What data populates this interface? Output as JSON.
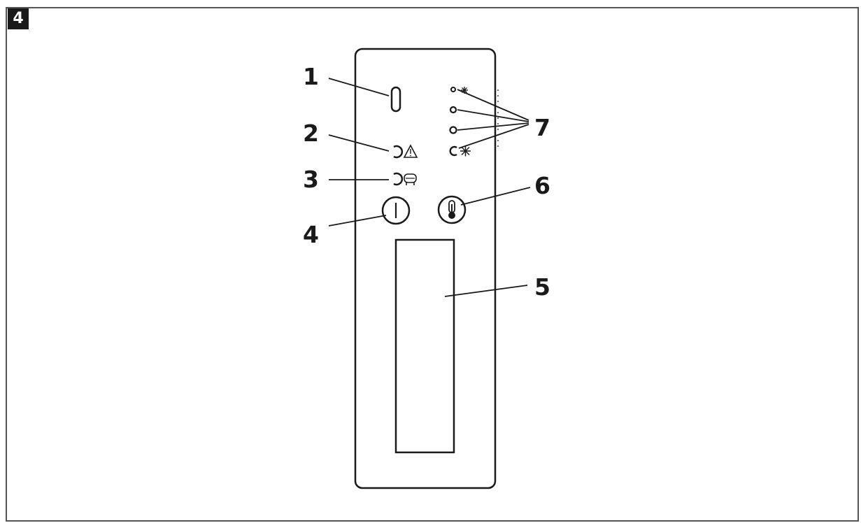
{
  "figure": {
    "number": "4"
  },
  "callouts": {
    "c1": "1",
    "c2": "2",
    "c3": "3",
    "c4": "4",
    "c5": "5",
    "c6": "6",
    "c7": "7"
  },
  "icons": {
    "power_led": "power-indicator-icon",
    "alarm_led": "warning-triangle-icon",
    "compressor_led": "compressor-icon",
    "power_button": "power-button-icon",
    "temp_button": "thermometer-icon",
    "display": "display-window",
    "level_leds": [
      "snowflake-small-icon",
      "level-led",
      "level-led",
      "snowflake-large-icon"
    ]
  },
  "colors": {
    "line": "#1a1a1a",
    "frame": "#555555"
  }
}
